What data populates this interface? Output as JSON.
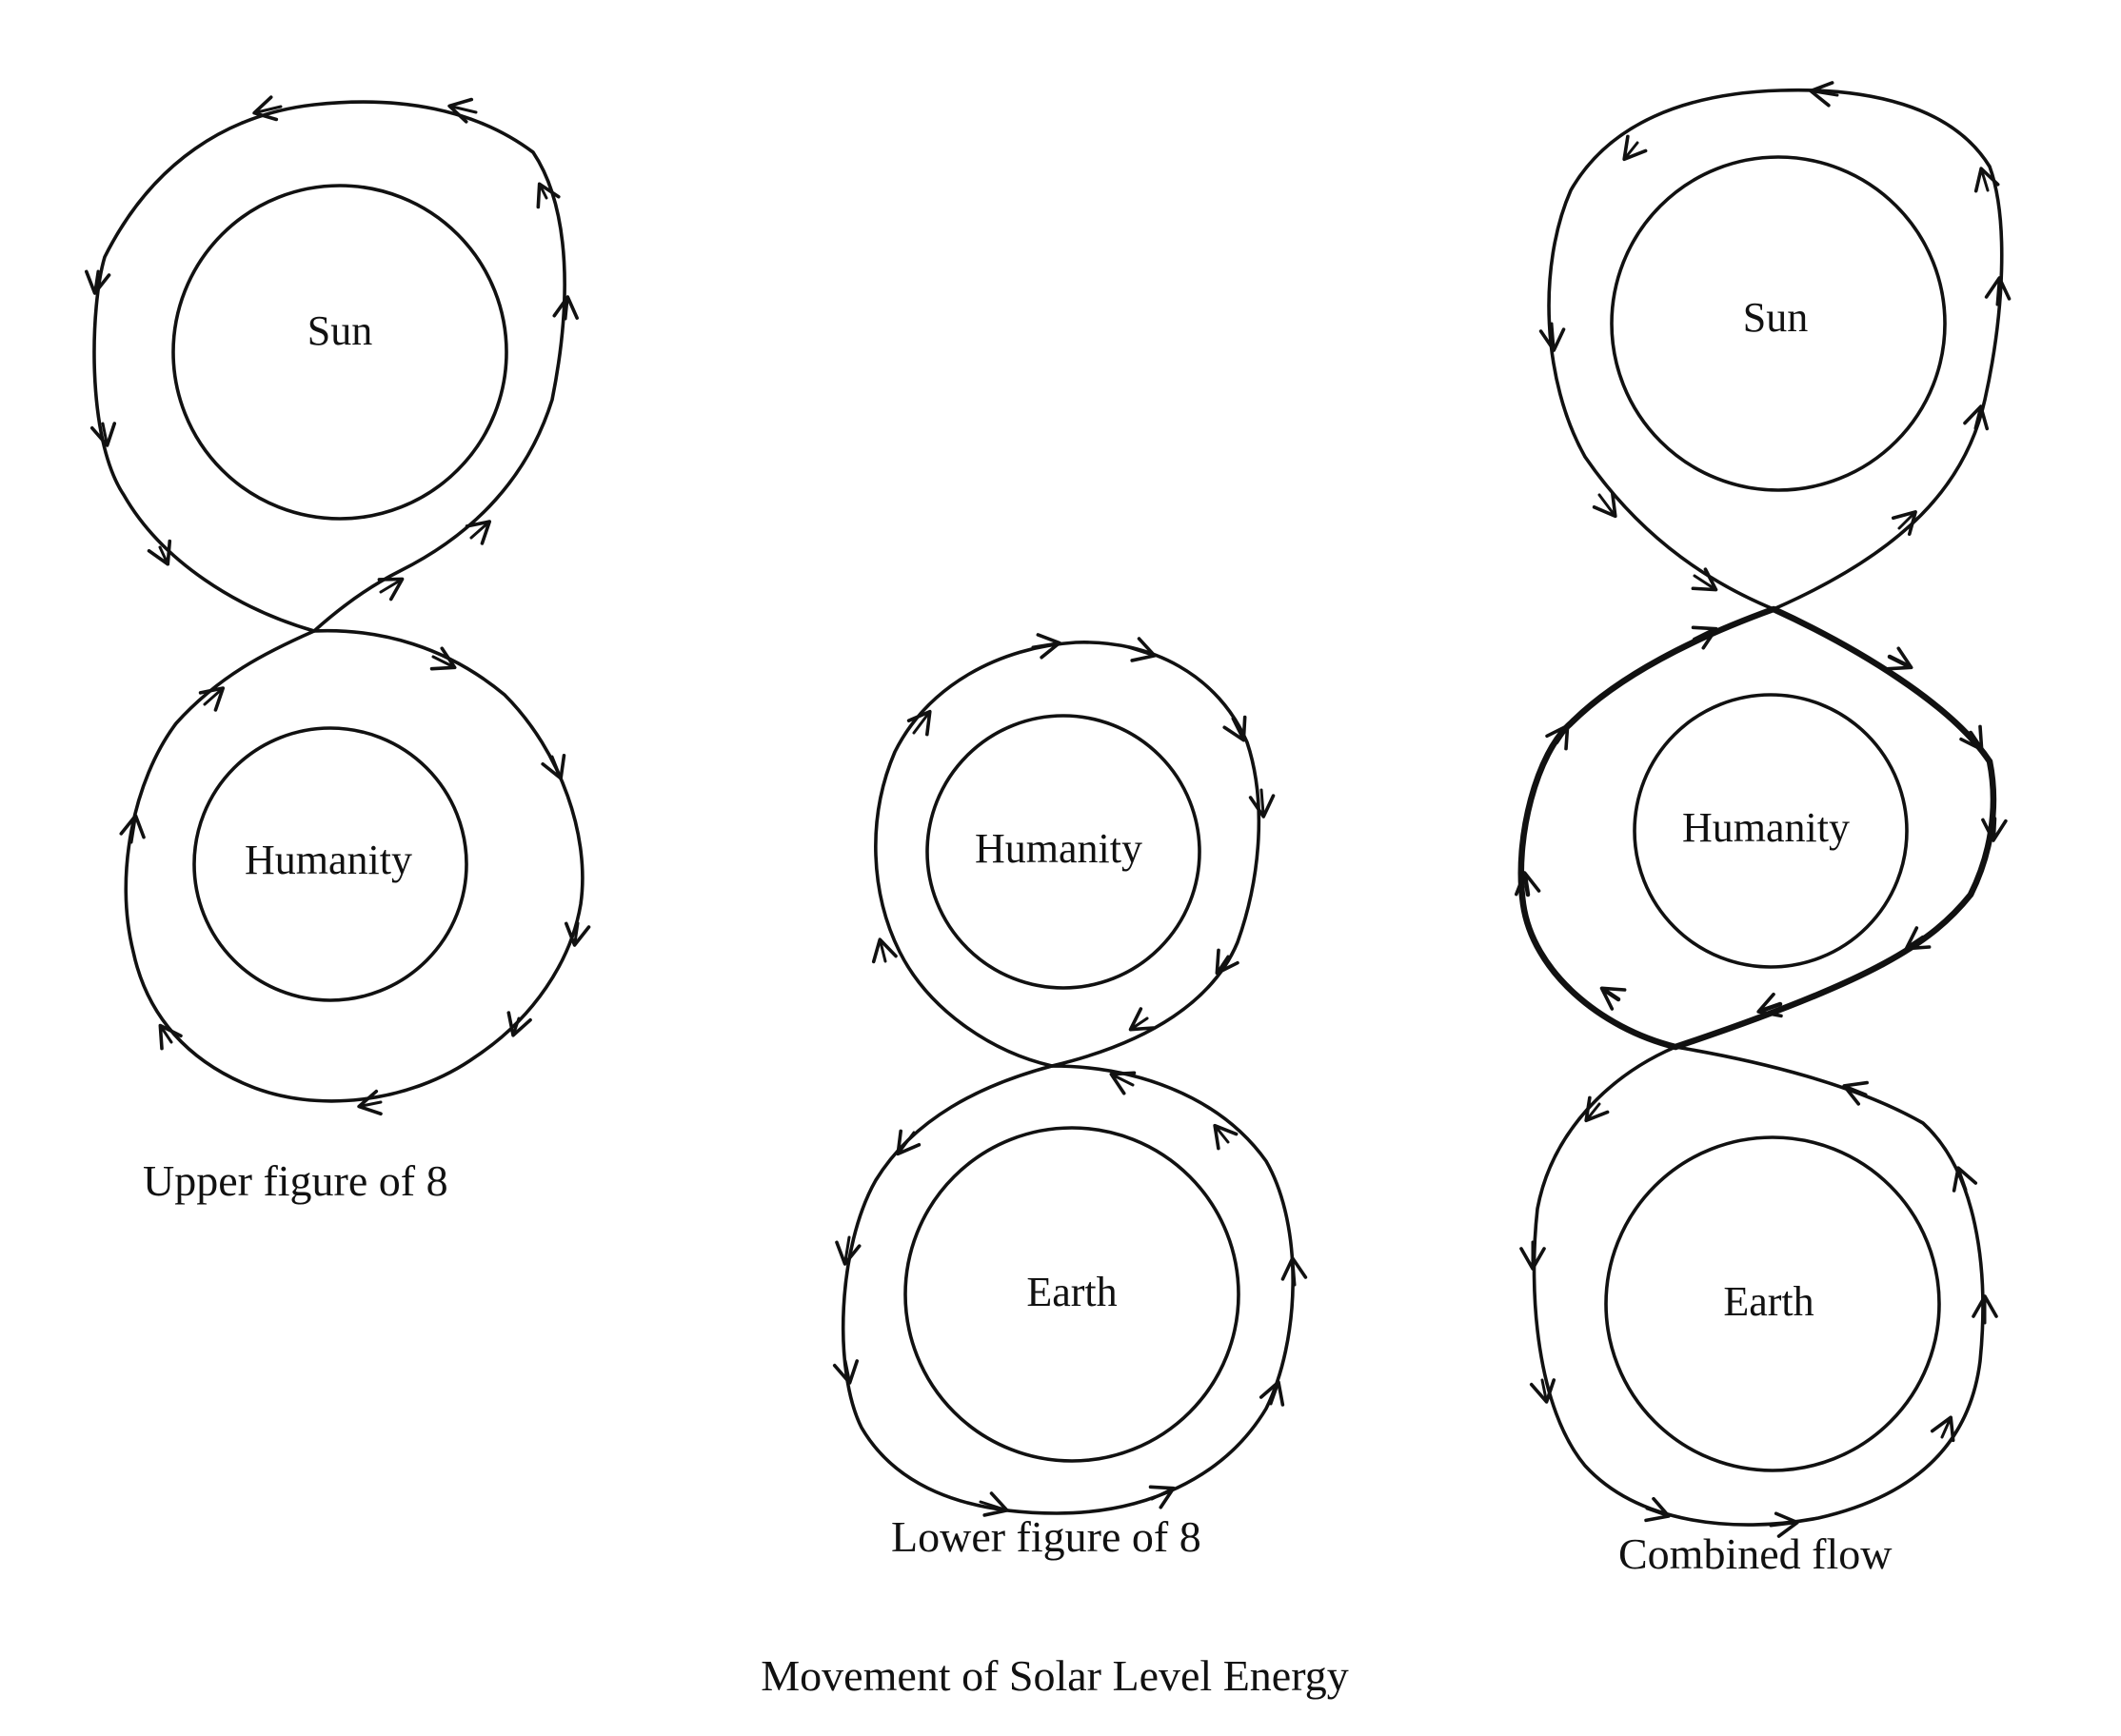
{
  "title": "Movement of Solar Level Energy",
  "figures": [
    {
      "caption": "Upper figure of 8",
      "top_label": "Sun",
      "bottom_label": "Humanity"
    },
    {
      "caption": "Lower figure of 8",
      "top_label": "Humanity",
      "bottom_label": "Earth"
    },
    {
      "caption": "Combined flow",
      "top_label": "Sun",
      "middle_label": "Humanity",
      "bottom_label": "Earth"
    }
  ],
  "colors": {
    "ink": "#111111",
    "background": "#ffffff"
  }
}
